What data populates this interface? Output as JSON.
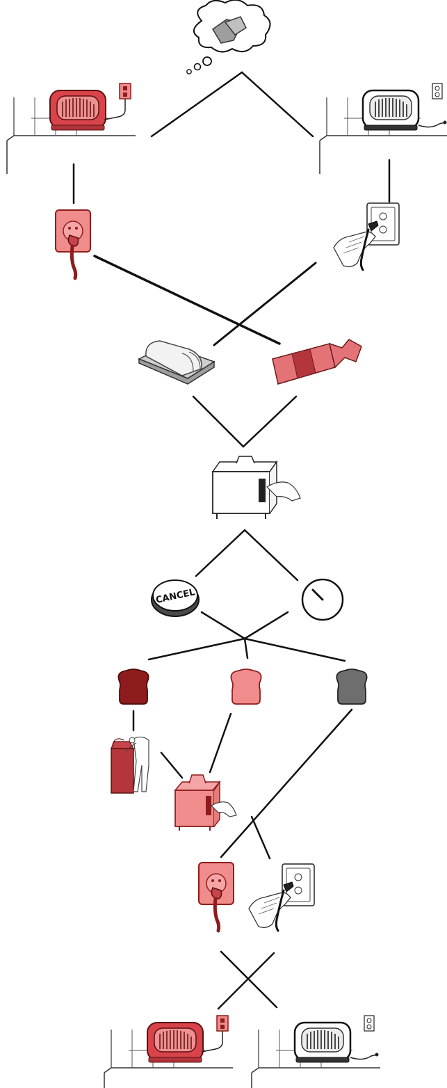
{
  "diagram": {
    "kind": "flowchart-illustration",
    "cancel_button": {
      "label": "CANCEL"
    },
    "colors": {
      "dark_red": "#8e1c1c",
      "red": "#c8434a",
      "light_red": "#f08c8c",
      "gray": "#6e6e6e",
      "light_gray": "#d9d9d9",
      "line": "#111111",
      "outline": "#222222"
    },
    "steps": [
      {
        "name": "thought-bubble-toast",
        "icon": "thought-bubble-icon"
      },
      {
        "name": "toaster-red-on-counter",
        "icon": "toaster-icon"
      },
      {
        "name": "toaster-gray-on-counter",
        "icon": "toaster-icon"
      },
      {
        "name": "plug-red",
        "icon": "plug-icon"
      },
      {
        "name": "hand-plugging-in",
        "icon": "hand-plug-icon"
      },
      {
        "name": "bread-loaf-on-board",
        "icon": "bread-loaf-icon"
      },
      {
        "name": "bread-bag-red",
        "icon": "bread-bag-icon"
      },
      {
        "name": "toaster-pressing-lever",
        "icon": "toaster-lever-icon"
      },
      {
        "name": "cancel-button",
        "icon": "cancel-button-icon"
      },
      {
        "name": "timer-dial",
        "icon": "timer-icon"
      },
      {
        "name": "toast-burnt",
        "icon": "toast-icon"
      },
      {
        "name": "toast-good",
        "icon": "toast-icon"
      },
      {
        "name": "toast-undercooked",
        "icon": "toast-icon"
      },
      {
        "name": "person-at-trash",
        "icon": "trash-icon"
      },
      {
        "name": "toaster-retoast",
        "icon": "toaster-lever-icon"
      },
      {
        "name": "plug-red-bottom",
        "icon": "plug-icon"
      },
      {
        "name": "hand-unplugging",
        "icon": "hand-plug-icon"
      },
      {
        "name": "toaster-red-final",
        "icon": "toaster-icon"
      },
      {
        "name": "toaster-gray-final",
        "icon": "toaster-icon"
      }
    ]
  }
}
